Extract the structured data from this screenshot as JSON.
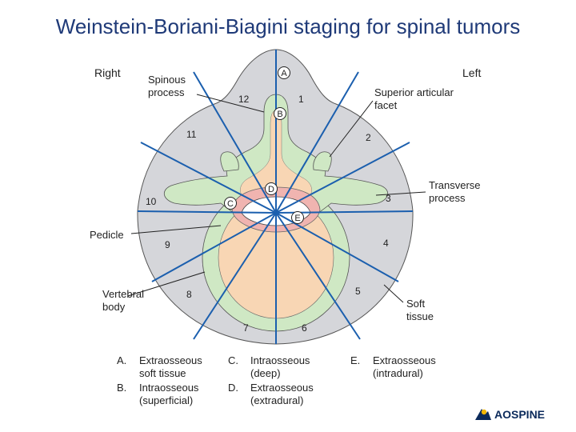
{
  "title": "Weinstein-Boriani-Biagini staging for spinal tumors",
  "side_labels": {
    "right": "Right",
    "left": "Left"
  },
  "callouts": {
    "spinous_process": [
      "Spinous",
      "process"
    ],
    "superior_articular_facet": [
      "Superior articular",
      "facet"
    ],
    "transverse_process": [
      "Transverse",
      "process"
    ],
    "pedicle": [
      "Pedicle"
    ],
    "vertebral_body": [
      "Vertebral",
      "body"
    ],
    "soft_tissue": [
      "Soft",
      "tissue"
    ]
  },
  "zones": [
    "1",
    "2",
    "3",
    "4",
    "5",
    "6",
    "7",
    "8",
    "9",
    "10",
    "11",
    "12"
  ],
  "layers": [
    "A",
    "B",
    "C",
    "D",
    "E"
  ],
  "legend": [
    {
      "key": "A.",
      "lines": [
        "Extraosseous",
        "soft tissue"
      ]
    },
    {
      "key": "B.",
      "lines": [
        "Intraosseous",
        "(superficial)"
      ]
    },
    {
      "key": "C.",
      "lines": [
        "Intraosseous",
        "(deep)"
      ]
    },
    {
      "key": "D.",
      "lines": [
        "Extraosseous",
        "(extradural)"
      ]
    },
    {
      "key": "E.",
      "lines": [
        "Extraosseous",
        "(intradural)"
      ]
    }
  ],
  "logo": {
    "text": "AOSPINE"
  },
  "colors": {
    "title": "#1f3a78",
    "soft_tissue": "#d5d6da",
    "bone_outer": "#cfe8c4",
    "bone_inner": "#f8d6b4",
    "extradural": "#f0b4b0",
    "canal": "#ffffff",
    "radial_lines": "#1b5fae"
  }
}
